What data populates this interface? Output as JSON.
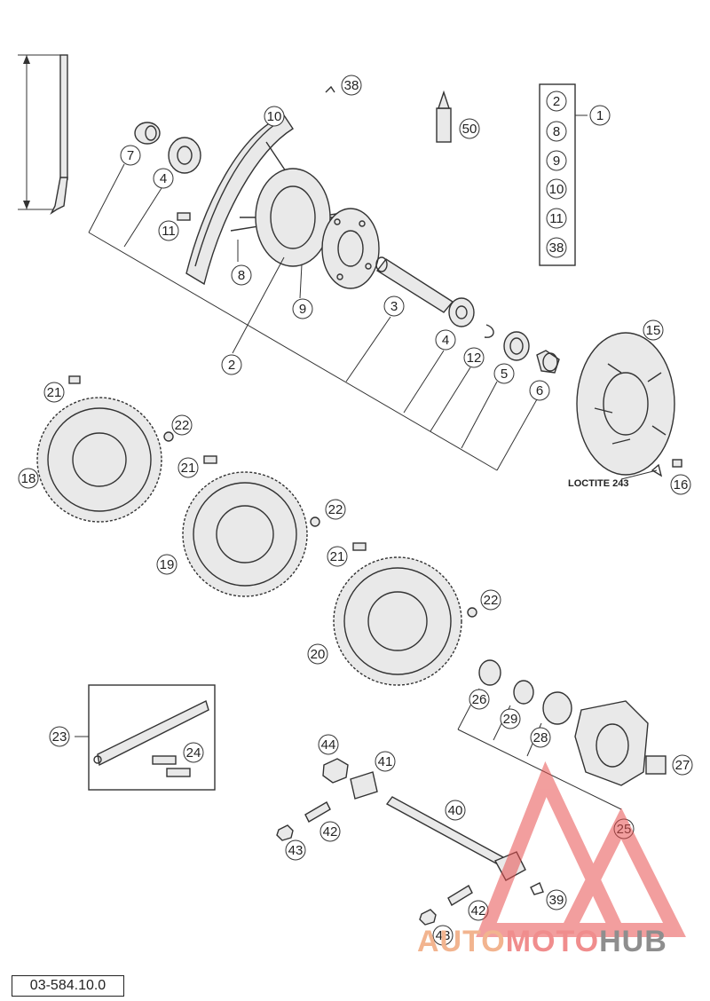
{
  "document": {
    "number": "03-584.10.0"
  },
  "watermark": {
    "part1": "AUTO",
    "part2": "MOTO",
    "part3": "HUB"
  },
  "note": {
    "loctite": "LOCTITE 243"
  },
  "group_box": {
    "items": [
      "2",
      "8",
      "9",
      "10",
      "11",
      "38"
    ],
    "label": "1"
  },
  "callouts": [
    {
      "n": "38"
    },
    {
      "n": "50"
    },
    {
      "n": "10"
    },
    {
      "n": "7"
    },
    {
      "n": "4"
    },
    {
      "n": "11"
    },
    {
      "n": "8"
    },
    {
      "n": "9"
    },
    {
      "n": "2"
    },
    {
      "n": "3"
    },
    {
      "n": "4"
    },
    {
      "n": "12"
    },
    {
      "n": "5"
    },
    {
      "n": "6"
    },
    {
      "n": "15"
    },
    {
      "n": "16"
    },
    {
      "n": "21"
    },
    {
      "n": "22"
    },
    {
      "n": "18"
    },
    {
      "n": "21"
    },
    {
      "n": "19"
    },
    {
      "n": "22"
    },
    {
      "n": "21"
    },
    {
      "n": "20"
    },
    {
      "n": "22"
    },
    {
      "n": "26"
    },
    {
      "n": "29"
    },
    {
      "n": "28"
    },
    {
      "n": "27"
    },
    {
      "n": "25"
    },
    {
      "n": "23"
    },
    {
      "n": "24"
    },
    {
      "n": "44"
    },
    {
      "n": "41"
    },
    {
      "n": "40"
    },
    {
      "n": "42"
    },
    {
      "n": "43"
    },
    {
      "n": "39"
    },
    {
      "n": "42"
    },
    {
      "n": "43"
    }
  ],
  "colors": {
    "line": "#333333",
    "watermark_red": "#e8504f",
    "watermark_orange": "#f2b48f"
  }
}
